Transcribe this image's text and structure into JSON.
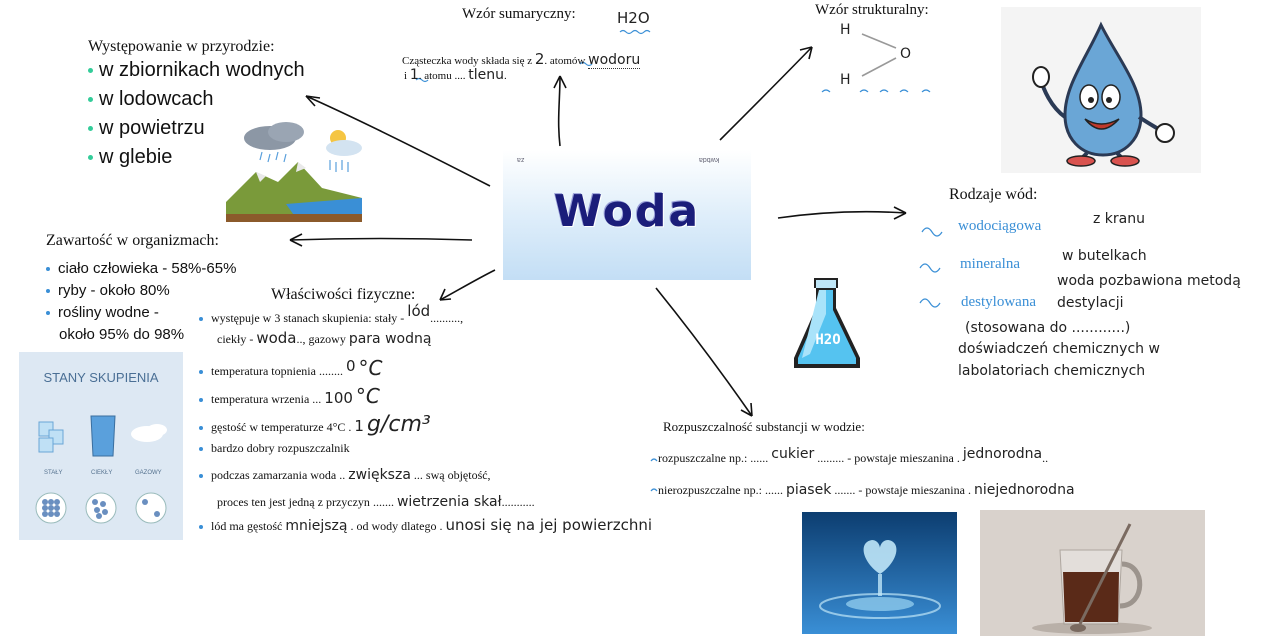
{
  "center": {
    "title": "Woda",
    "mini_left": "za",
    "mini_right": "kwbda"
  },
  "wzor_sumaryczny": {
    "label": "Wzór sumaryczny:",
    "value": "H2O",
    "sentence_line1_a": "Cząsteczka wody składa się z",
    "count1": "2",
    "sentence_line1_b": "atomów",
    "element1": "wodoru",
    "sentence_line2_a": "i",
    "count2": "1",
    "sentence_line2_b": "atomu ....",
    "element2": "tlenu"
  },
  "wzor_strukturalny": {
    "label": "Wzór strukturalny:",
    "h1": "H",
    "o": "O",
    "h2": "H"
  },
  "wystepowanie": {
    "label": "Występowanie w przyrodzie:",
    "items": [
      "w zbiornikach wodnych",
      "w lodowcach",
      "w powietrzu",
      "w glebie"
    ]
  },
  "zawartosc": {
    "label": "Zawartość w organizmach:",
    "line1": "ciało człowieka - 58%-65%",
    "line2": "ryby - około 80%",
    "line3": "rośliny wodne -",
    "line4": "około 95% do 98%"
  },
  "rodzaje": {
    "label": "Rodzaje wód:",
    "types": [
      "wodociągowa",
      "mineralna",
      "destylowana"
    ],
    "notes": [
      "z kranu",
      "w butelkach",
      "woda pozbawiona metodą",
      "destylacji"
    ],
    "paren": "(stosowana do ............)",
    "extra1": "doświadczeń chemicznych w",
    "extra2": "labolatoriach chemicznych"
  },
  "wlasciwosci": {
    "label": "Właściwości fizyczne:",
    "l1a": "występuje w 3 stanach skupienia: stały -",
    "l1_ans": "lód",
    "l2a": "ciekły -",
    "l2_ans": "woda",
    "l2b": ", gazowy",
    "l2_ans2": "para wodną",
    "l3a": "temperatura topnienia",
    "l3_ans": "0",
    "l3_unit": "°C",
    "l4a": "temperatura wrzenia",
    "l4_ans": "100",
    "l4_unit": "°C",
    "l5a": "gęstość w temperaturze 4°C",
    "l5_ans": "1",
    "l5_unit": "g/cm³",
    "l6": "bardzo dobry rozpuszczalnik",
    "l7a": "podczas zamarzania woda",
    "l7_ans": "zwiększa",
    "l7b": "swą objętość,",
    "l8a": "proces ten jest jedną z przyczyn",
    "l8_ans": "wietrzenia skał",
    "l9a": "lód ma gęstość",
    "l9_ans": "mniejszą",
    "l9b": "od wody dlatego",
    "l9_ans2": "unosi się na jej powierzchni"
  },
  "stany": {
    "title": "STANY SKUPIENIA",
    "labels": [
      "STAŁY",
      "CIEKŁY",
      "GAZOWY"
    ]
  },
  "flask": {
    "label": "H2O"
  },
  "rozpuszczalnosc": {
    "label": "Rozpuszczalność substancji w wodzie:",
    "r1a": "rozpuszczalne np.: ......",
    "r1_ans": "cukier",
    "r1b": "......... - powstaje mieszanina",
    "r1_ans2": "jednorodna",
    "r2a": "nierozpuszczalne np.: ......",
    "r2_ans": "piasek",
    "r2b": "....... - powstaje mieszanina",
    "r2_ans2": "niejednorodna"
  },
  "colors": {
    "title": "#1b1d7a",
    "accent": "#3a8fd6",
    "bullet_green": "#33cc99"
  }
}
